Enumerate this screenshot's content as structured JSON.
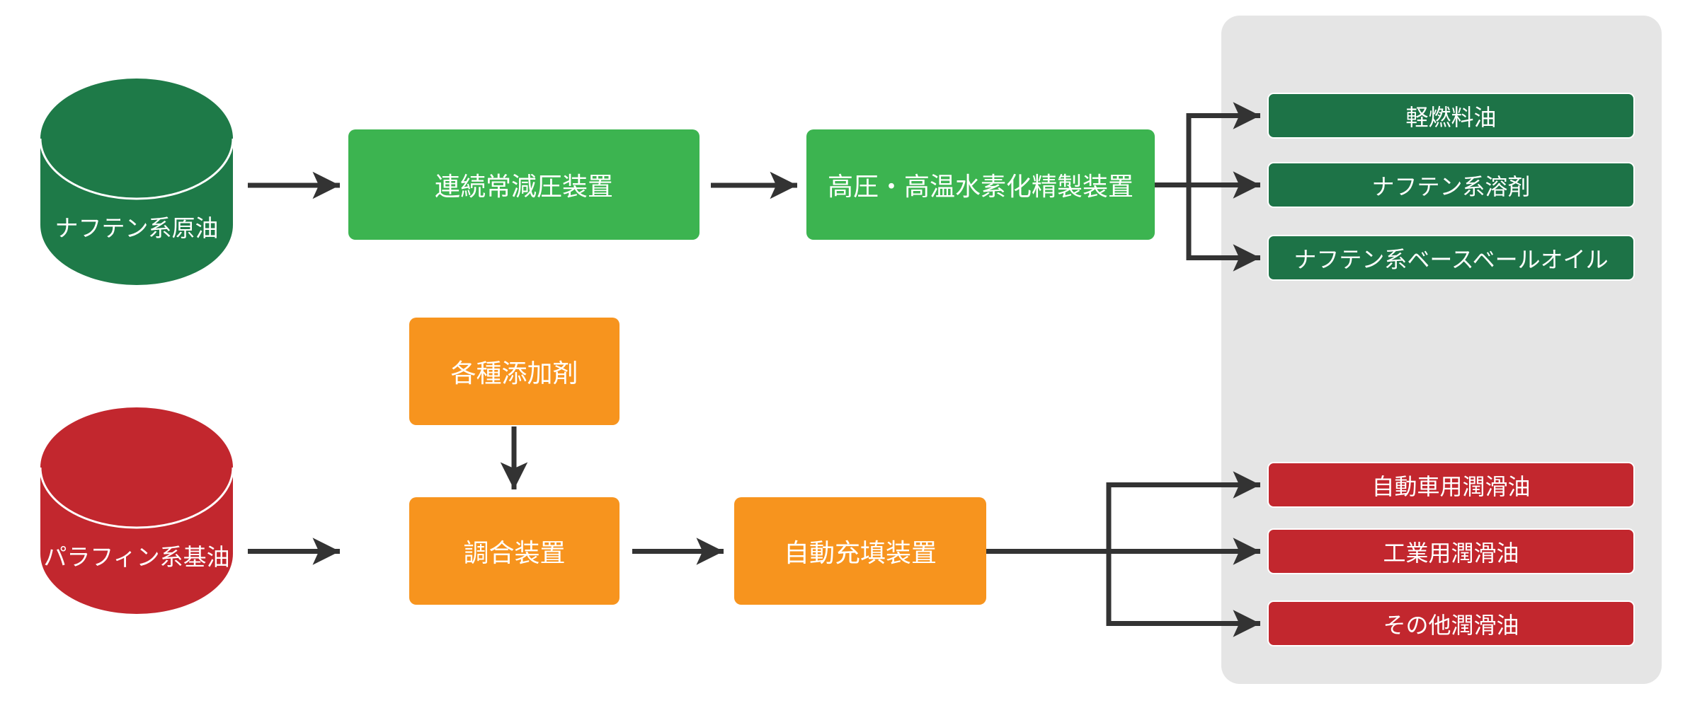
{
  "diagram": {
    "title": "lubricant-production-flow",
    "sources": {
      "naphthenic": {
        "label": "ナフテン系原油",
        "shape": "cylinder",
        "color": "#1e7a48"
      },
      "paraffinic": {
        "label": "パラフィン系基油",
        "shape": "cylinder",
        "color": "#c2272e"
      }
    },
    "processes": {
      "distillation": {
        "label": "連続常減圧装置",
        "color": "#3cb450"
      },
      "hydrotreating": {
        "label": "高圧・高温水素化精製装置",
        "color": "#3cb450"
      },
      "additives": {
        "label": "各種添加剤",
        "color": "#f7941e"
      },
      "blending": {
        "label": "調合装置",
        "color": "#f7941e"
      },
      "filling": {
        "label": "自動充填装置",
        "color": "#f7941e"
      }
    },
    "outputs": {
      "green": [
        "軽燃料油",
        "ナフテン系溶剤",
        "ナフテン系ベースベールオイル"
      ],
      "red": [
        "自動車用潤滑油",
        "工業用潤滑油",
        "その他潤滑油"
      ]
    },
    "edges": [
      "naphthenic→distillation",
      "distillation→hydrotreating",
      "hydrotreating→軽燃料油",
      "hydrotreating→ナフテン系溶剤",
      "hydrotreating→ナフテン系ベースベールオイル",
      "additives→blending",
      "paraffinic→blending",
      "blending→filling",
      "filling→自動車用潤滑油",
      "filling→工業用潤滑油",
      "filling→その他潤滑油"
    ],
    "colors": {
      "bright_green": "#3cb450",
      "dark_green": "#1d7347",
      "cylinder_green": "#1e7a48",
      "red": "#c2272e",
      "orange": "#f7941e",
      "panel_gray": "#e5e5e5",
      "arrow": "#333333",
      "text": "#ffffff"
    }
  }
}
